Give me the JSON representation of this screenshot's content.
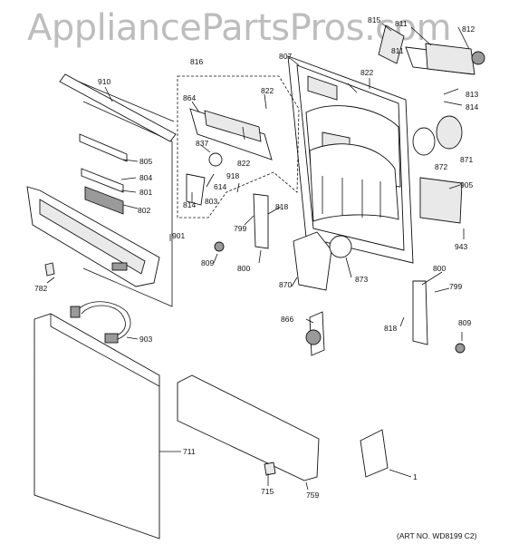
{
  "watermark": "AppliancePartsPros.com",
  "art_number": "(ART NO. WD8199 C2)",
  "callouts": {
    "c815": "815",
    "c811a": "811",
    "c811b": "811",
    "c812": "812",
    "c807": "807",
    "c816": "816",
    "c910": "910",
    "c822a": "822",
    "c822b": "822",
    "c822c": "822",
    "c813": "813",
    "c814a": "814",
    "c864": "864",
    "c837": "837",
    "c872": "872",
    "c871": "871",
    "c805": "805",
    "c804": "804",
    "c918": "918",
    "c801": "801",
    "c814b": "814",
    "c803": "803",
    "c905": "905",
    "c802": "802",
    "c818a": "818",
    "c799a": "799",
    "c901": "901",
    "c943": "943",
    "c809a": "809",
    "c800a": "800",
    "c800b": "800",
    "c870": "870",
    "c873": "873",
    "c782": "782",
    "c799b": "799",
    "c818b": "818",
    "c866": "866",
    "c809b": "809",
    "c903": "903",
    "c711": "711",
    "c1": "1",
    "c715": "715",
    "c759": "759"
  }
}
